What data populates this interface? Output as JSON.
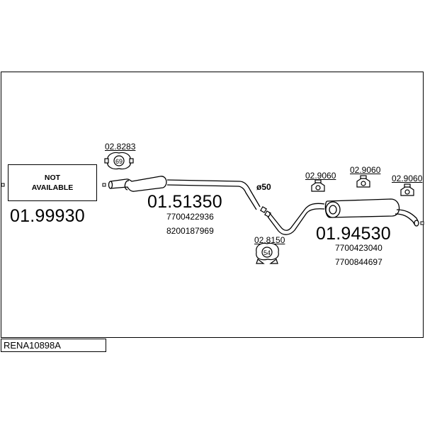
{
  "code": "RENA10898A",
  "not_available": {
    "line1": "NOT",
    "line2": "AVAILABLE"
  },
  "parts": {
    "front": {
      "number": "01.99930"
    },
    "middle": {
      "number": "01.51350",
      "oe": [
        "7700422936",
        "8200187969"
      ]
    },
    "rear": {
      "number": "01.94530",
      "oe": [
        "7700423040",
        "7700844697"
      ]
    }
  },
  "accessories": {
    "clamp1": {
      "ref": "02.8283",
      "badge": "69"
    },
    "clamp2": {
      "ref": "02.8150",
      "badge": "54"
    },
    "hanger1": {
      "ref": "02.9060"
    },
    "hanger2": {
      "ref": "02.9060"
    },
    "hanger3": {
      "ref": "02.9060"
    }
  },
  "pipe_diameter": "ø50"
}
